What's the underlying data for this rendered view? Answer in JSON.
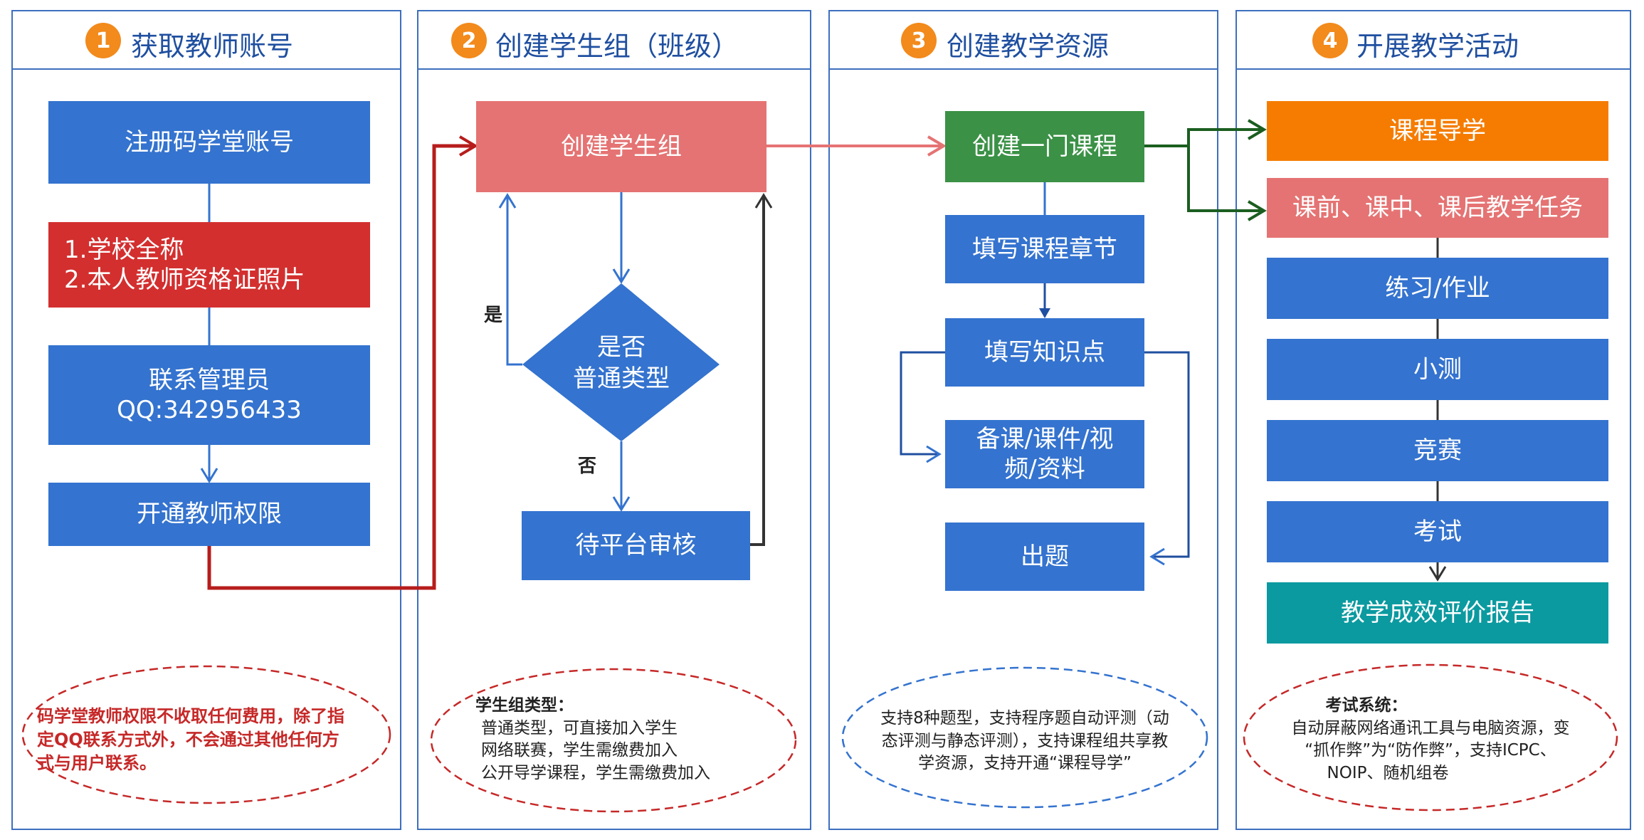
{
  "steps": [
    {
      "num": "1",
      "title": "获取教师账号"
    },
    {
      "num": "2",
      "title": "创建学生组（班级）"
    },
    {
      "num": "3",
      "title": "创建教学资源"
    },
    {
      "num": "4",
      "title": "开展教学活动"
    }
  ],
  "col1": {
    "register": "注册码学堂账号",
    "requirements": [
      "1.学校全称",
      "2.本人教师资格证照片"
    ],
    "contact": [
      "联系管理员",
      "QQ:342956433"
    ],
    "activate": "开通教师权限",
    "note": [
      "码学堂教师权限不收取任何费用，除了指",
      "定QQ联系方式外，不会通过其他任何方",
      "式与用户联系。"
    ]
  },
  "col2": {
    "create_group": "创建学生组",
    "decision": [
      "是否",
      "普通类型"
    ],
    "yes": "是",
    "no": "否",
    "review": "待平台审核",
    "note_title": "学生组类型：",
    "note_lines": [
      "普通类型，可直接加入学生",
      "网络联赛，学生需缴费加入",
      "公开导学课程，学生需缴费加入"
    ]
  },
  "col3": {
    "create_course": "创建一门课程",
    "chapters": "填写课程章节",
    "knowledge": "填写知识点",
    "materials": [
      "备课/课件/视",
      "频/资料"
    ],
    "questions": "出题",
    "note": [
      "支持8种题型，支持程序题自动评测（动",
      "态评测与静态评测），支持课程组共享教",
      "学资源，支持开通“课程导学”"
    ]
  },
  "col4": {
    "guide": "课程导学",
    "tasks": "课前、课中、课后教学任务",
    "practice": "练习/作业",
    "quiz": "小测",
    "contest": "竞赛",
    "exam": "考试",
    "report": "教学成效评价报告",
    "note_title": "考试系统：",
    "note_lines": [
      "自动屏蔽网络通讯工具与电脑资源，变",
      "“抓作弊”为“防作弊”，支持ICPC、",
      "NOIP、随机组卷"
    ]
  },
  "colors": {
    "frame": "#3d6fbe",
    "badge": "#f28a1c",
    "blue": "#3473cf",
    "red": "#d32f2f",
    "pink": "#e57373",
    "green": "#3b9146",
    "orange": "#f57c00",
    "teal": "#0b9aa0",
    "dark_red_arrow": "#b71c1c",
    "dark_green_arrow": "#1b5e20"
  }
}
